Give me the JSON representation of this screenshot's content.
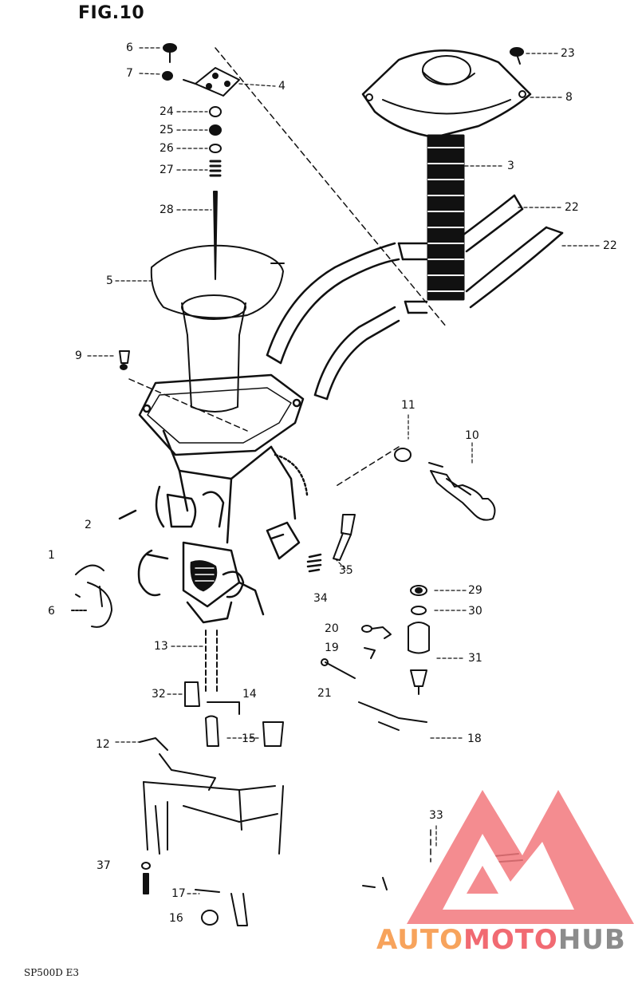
{
  "figure": {
    "title": "FIG.10"
  },
  "callouts": [
    {
      "label": "6"
    },
    {
      "label": "7"
    },
    {
      "label": "4"
    },
    {
      "label": "24"
    },
    {
      "label": "25"
    },
    {
      "label": "26"
    },
    {
      "label": "27"
    },
    {
      "label": "28"
    },
    {
      "label": "5"
    },
    {
      "label": "9"
    },
    {
      "label": "23"
    },
    {
      "label": "8"
    },
    {
      "label": "3"
    },
    {
      "label": "22"
    },
    {
      "label": "22"
    },
    {
      "label": "11"
    },
    {
      "label": "10"
    },
    {
      "label": "2"
    },
    {
      "label": "1"
    },
    {
      "label": "6"
    },
    {
      "label": "35"
    },
    {
      "label": "34"
    },
    {
      "label": "29"
    },
    {
      "label": "30"
    },
    {
      "label": "20"
    },
    {
      "label": "19"
    },
    {
      "label": "31"
    },
    {
      "label": "21"
    },
    {
      "label": "13"
    },
    {
      "label": "32"
    },
    {
      "label": "14"
    },
    {
      "label": "15"
    },
    {
      "label": "18"
    },
    {
      "label": "12"
    },
    {
      "label": "33"
    },
    {
      "label": "37"
    },
    {
      "label": "17"
    },
    {
      "label": "16"
    }
  ],
  "footer": {
    "code": "SP500D E3"
  },
  "watermark": {
    "part1": "AUTO",
    "part2": "MOTO",
    "part3": "HUB",
    "colors": {
      "auto": "#f7a35c",
      "moto": "#f16a72",
      "hub": "#8c8c8c",
      "triangle": "#f2787c"
    }
  }
}
